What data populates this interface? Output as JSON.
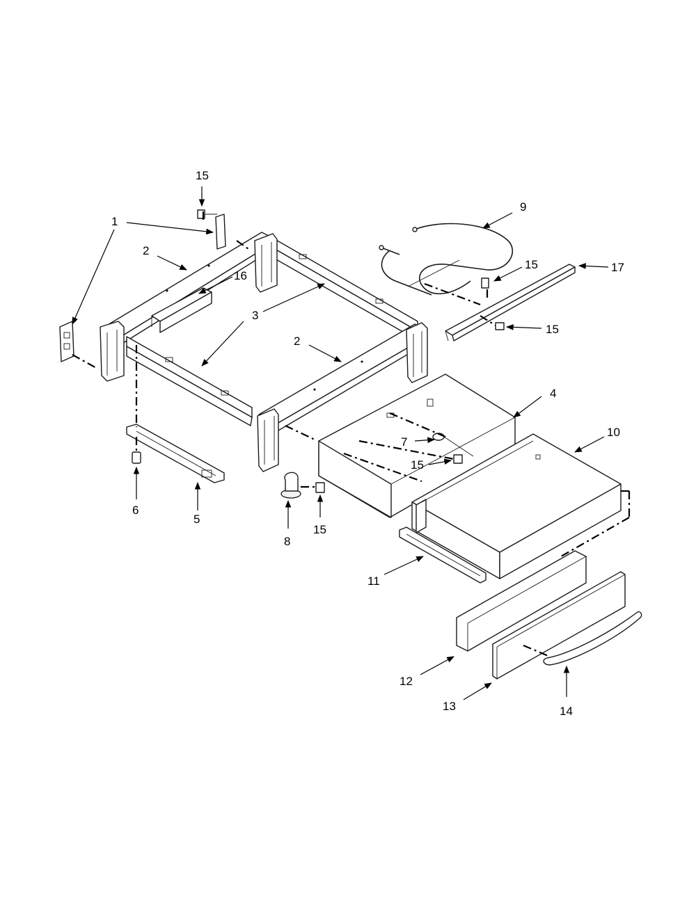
{
  "callouts": {
    "c1": "1",
    "c2a": "2",
    "c2b": "2",
    "c3": "3",
    "c4": "4",
    "c5": "5",
    "c6": "6",
    "c7": "7",
    "c8": "8",
    "c9": "9",
    "c10": "10",
    "c11": "11",
    "c12": "12",
    "c13": "13",
    "c14": "14",
    "c15a": "15",
    "c15b": "15",
    "c15c": "15",
    "c15d": "15",
    "c15e": "15",
    "c16": "16",
    "c17": "17"
  }
}
